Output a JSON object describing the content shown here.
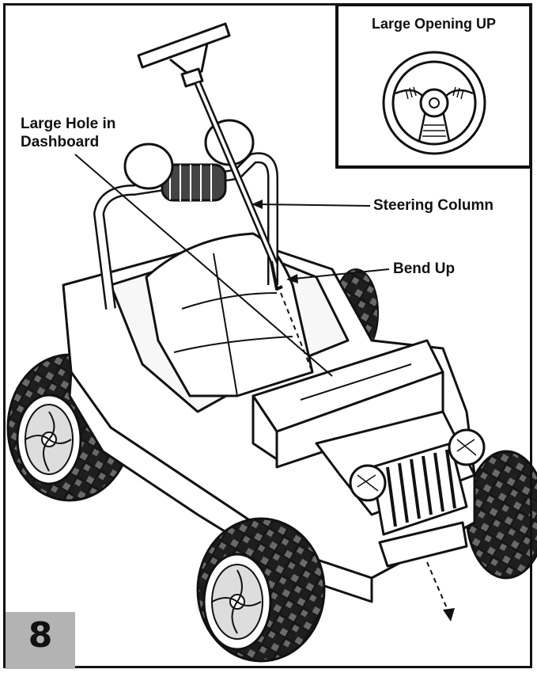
{
  "inset": {
    "title": "Large Opening UP"
  },
  "callouts": {
    "large_hole": "Large Hole in Dashboard",
    "steering_column": "Steering Column",
    "bend_up": "Bend Up"
  },
  "step": {
    "number": "8"
  }
}
